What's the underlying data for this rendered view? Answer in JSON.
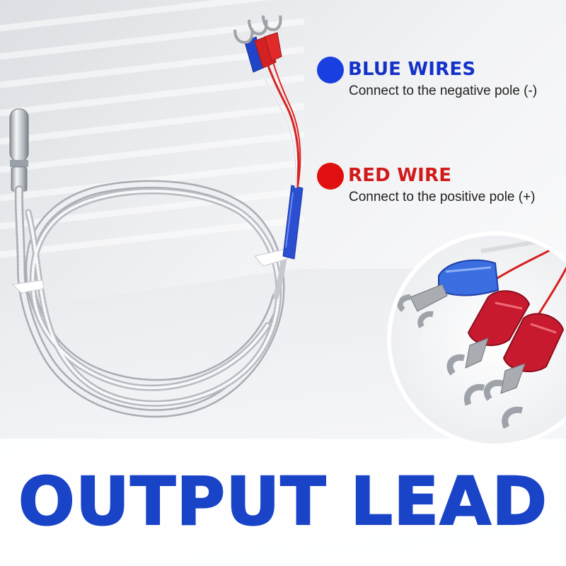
{
  "colors": {
    "blue_accent": "#1432c8",
    "red_accent": "#d11a1a",
    "blue_dot": "#1a3fe0",
    "red_dot": "#e01010",
    "headline": "#1a44c8"
  },
  "legend": {
    "blue": {
      "title": "BLUE WIRES",
      "description": "Connect to the negative pole (-)"
    },
    "red": {
      "title": "RED WIRE",
      "description": "Connect to the positive pole (+)"
    }
  },
  "headline": "OUTPUT LEAD"
}
